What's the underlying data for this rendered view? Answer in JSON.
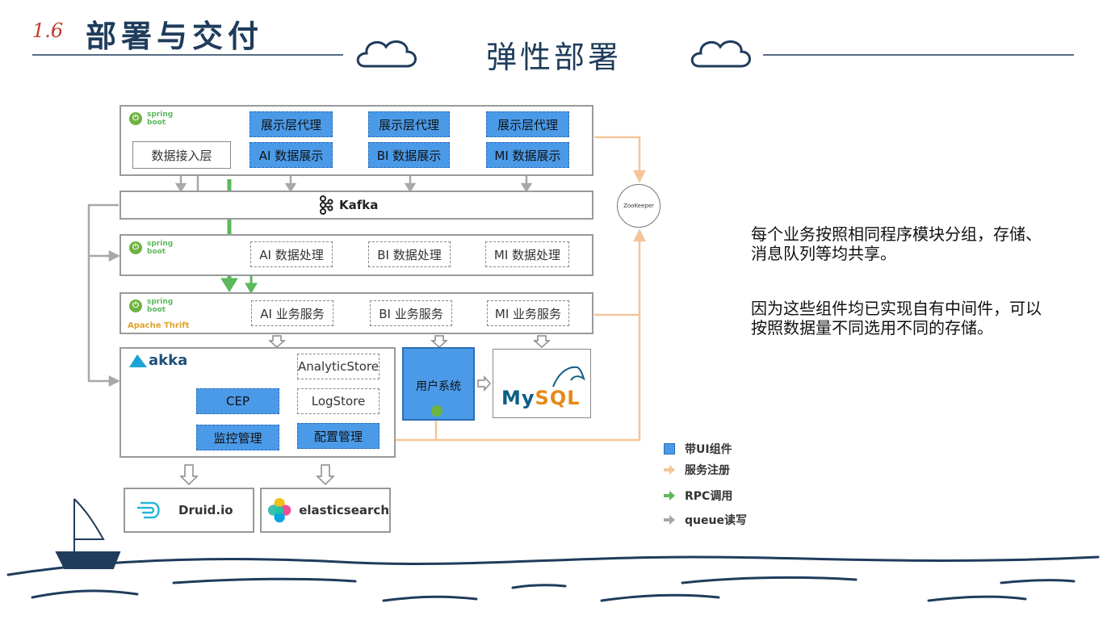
{
  "header": {
    "number": "1.6",
    "title": "部署与交付",
    "subtitle": "弹性部署"
  },
  "diagram": {
    "row1": {
      "data_ingest": "数据接入层",
      "proxies": [
        "展示层代理",
        "展示层代理",
        "展示层代理"
      ],
      "displays": [
        "AI 数据展示",
        "BI 数据展示",
        "MI 数据展示"
      ]
    },
    "kafka": "Kafka",
    "zookeeper": "ZooKeeper",
    "processing": [
      "AI 数据处理",
      "BI 数据处理",
      "MI 数据处理"
    ],
    "services": [
      "AI 业务服务",
      "BI 业务服务",
      "MI 业务服务"
    ],
    "apache_thrift": "Apache Thrift",
    "spring": {
      "line1": "spring",
      "line2": "boot"
    },
    "akka": "akka",
    "stores": {
      "analytic": "AnalyticStore",
      "log": "LogStore"
    },
    "cep": "CEP",
    "monitor": "监控管理",
    "config": "配置管理",
    "user_system": "用户系统",
    "mysql": {
      "my": "My",
      "sql": "SQL"
    },
    "druid": "Druid.io",
    "elasticsearch": "elasticsearch"
  },
  "notes": [
    "每个业务按照相同程序模块分组，存储、消息队列等均共享。",
    "因为这些组件均已实现自有中间件，可以按照数据量不同选用不同的存储。"
  ],
  "legend": [
    {
      "label": "带UI组件",
      "color": "#4a9ae8"
    },
    {
      "label": "服务注册",
      "color": "#f4c59a"
    },
    {
      "label": "RPC调用",
      "color": "#5cb85c"
    },
    {
      "label": "queue读写",
      "color": "#a8a8a8"
    }
  ]
}
